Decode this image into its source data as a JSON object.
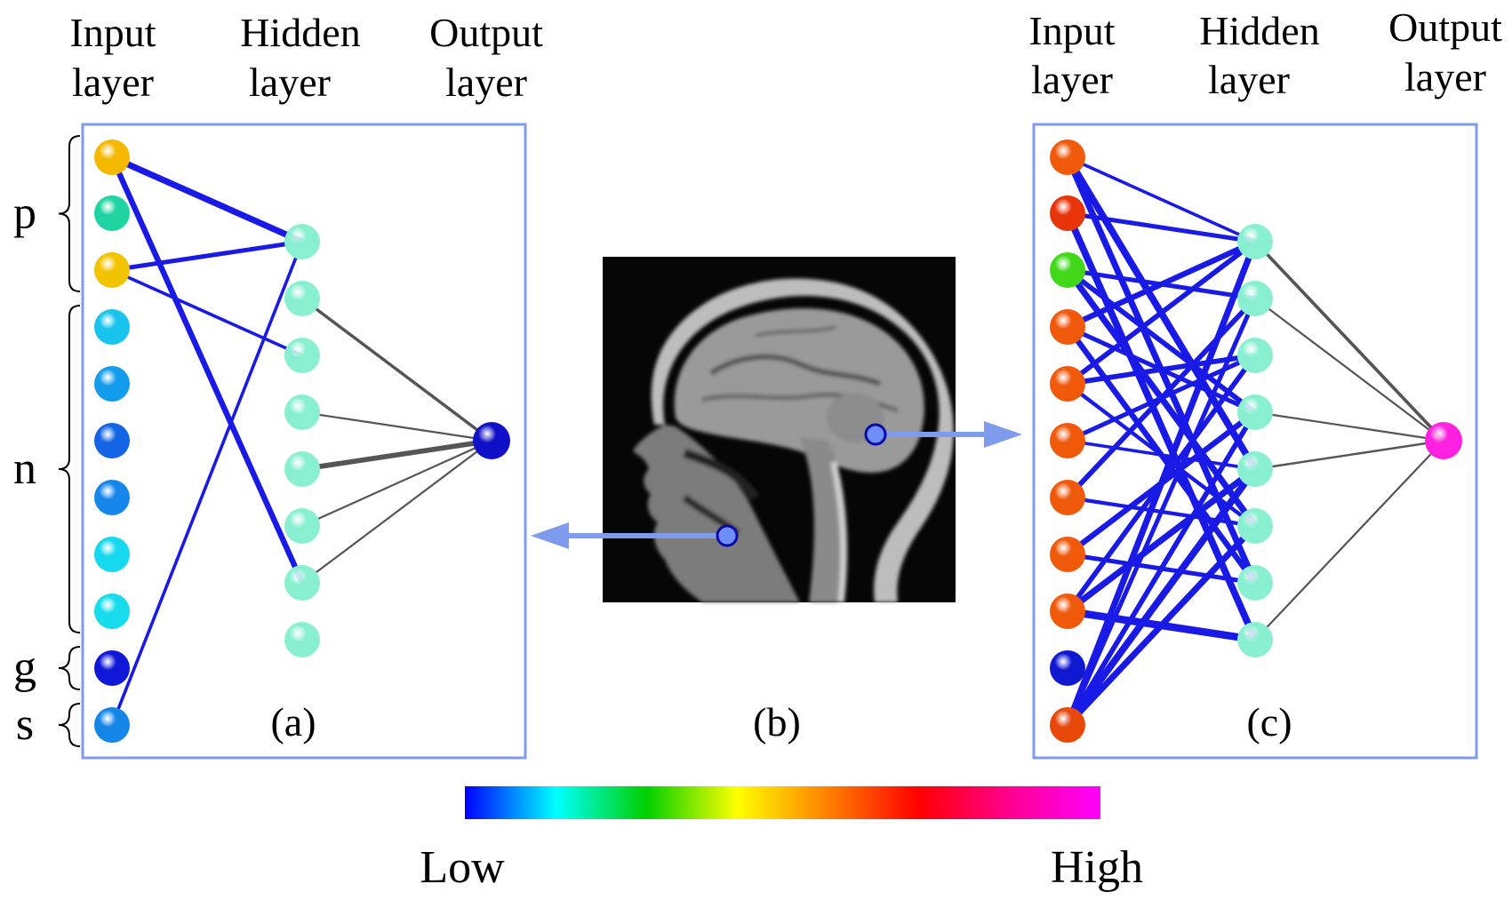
{
  "panel_a": {
    "headers": [
      [
        "Input",
        "layer"
      ],
      [
        "Hidden",
        "layer"
      ],
      [
        "Output",
        "layer"
      ]
    ],
    "caption": "(a)",
    "input_groups": [
      {
        "label": "p",
        "start": 0,
        "end": 2
      },
      {
        "label": "n",
        "start": 3,
        "end": 8
      },
      {
        "label": "g",
        "start": 9,
        "end": 9
      },
      {
        "label": "s",
        "start": 10,
        "end": 10
      }
    ],
    "input_node_colors": [
      "#f5b800",
      "#1fd4a0",
      "#f2c300",
      "#18c4ee",
      "#149cec",
      "#1464e6",
      "#1686ea",
      "#16d8ee",
      "#16dcec",
      "#1018d8",
      "#1486e8"
    ],
    "hidden_node_colors": [
      "#88f0d0",
      "#88f0d0",
      "#88f0d0",
      "#88f0d0",
      "#88f0d0",
      "#88f0d0",
      "#88f0d0",
      "#88f0d0"
    ],
    "output_node_colors": [
      "#1010c8"
    ],
    "input_hidden_links": [
      {
        "from": 0,
        "to": 0,
        "weight": 0.8
      },
      {
        "from": 0,
        "to": 6,
        "weight": 0.7
      },
      {
        "from": 2,
        "to": 0,
        "weight": 0.5
      },
      {
        "from": 2,
        "to": 2,
        "weight": 0.3
      },
      {
        "from": 10,
        "to": 0,
        "weight": 0.3
      }
    ],
    "hidden_output_links": [
      {
        "from": 1,
        "to": 0,
        "weight": 0.45
      },
      {
        "from": 3,
        "to": 0,
        "weight": 0.2
      },
      {
        "from": 4,
        "to": 0,
        "weight": 0.9
      },
      {
        "from": 5,
        "to": 0,
        "weight": 0.2
      },
      {
        "from": 6,
        "to": 0,
        "weight": 0.2
      }
    ]
  },
  "panel_b": {
    "caption": "(b)",
    "image_description_icon": "mri-head-sagittal-image"
  },
  "panel_c": {
    "headers": [
      [
        "Input",
        "layer"
      ],
      [
        "Hidden",
        "layer"
      ],
      [
        "Output",
        "layer"
      ]
    ],
    "caption": "(c)",
    "input_node_colors": [
      "#f05a0a",
      "#e8340a",
      "#40d818",
      "#f0580a",
      "#f0580a",
      "#f0580a",
      "#f0580a",
      "#f0580a",
      "#f0580a",
      "#1018d0",
      "#e8480a"
    ],
    "hidden_node_colors": [
      "#88f0d0",
      "#88f0d0",
      "#88f0d0",
      "#88f0d0",
      "#88f0d0",
      "#88f0d0",
      "#88f0d0",
      "#88f0d0"
    ],
    "output_node_colors": [
      "#ff20e0"
    ],
    "input_hidden_links": [
      {
        "from": 0,
        "to": 0,
        "weight": 0.3
      },
      {
        "from": 0,
        "to": 4,
        "weight": 0.9
      },
      {
        "from": 0,
        "to": 6,
        "weight": 0.8
      },
      {
        "from": 1,
        "to": 0,
        "weight": 0.5
      },
      {
        "from": 1,
        "to": 7,
        "weight": 0.9
      },
      {
        "from": 2,
        "to": 3,
        "weight": 0.6
      },
      {
        "from": 2,
        "to": 5,
        "weight": 0.8
      },
      {
        "from": 2,
        "to": 1,
        "weight": 0.5
      },
      {
        "from": 3,
        "to": 0,
        "weight": 0.7
      },
      {
        "from": 3,
        "to": 3,
        "weight": 0.5
      },
      {
        "from": 3,
        "to": 6,
        "weight": 0.7
      },
      {
        "from": 4,
        "to": 0,
        "weight": 0.6
      },
      {
        "from": 4,
        "to": 2,
        "weight": 0.6
      },
      {
        "from": 4,
        "to": 5,
        "weight": 0.4
      },
      {
        "from": 5,
        "to": 2,
        "weight": 0.5
      },
      {
        "from": 5,
        "to": 4,
        "weight": 0.3
      },
      {
        "from": 6,
        "to": 1,
        "weight": 0.6
      },
      {
        "from": 6,
        "to": 5,
        "weight": 0.4
      },
      {
        "from": 7,
        "to": 3,
        "weight": 0.7
      },
      {
        "from": 7,
        "to": 6,
        "weight": 0.5
      },
      {
        "from": 8,
        "to": 4,
        "weight": 0.8
      },
      {
        "from": 8,
        "to": 7,
        "weight": 1.0
      },
      {
        "from": 8,
        "to": 2,
        "weight": 0.6
      },
      {
        "from": 10,
        "to": 0,
        "weight": 0.8
      },
      {
        "from": 10,
        "to": 4,
        "weight": 0.9
      },
      {
        "from": 10,
        "to": 5,
        "weight": 0.8
      },
      {
        "from": 10,
        "to": 3,
        "weight": 0.6
      },
      {
        "from": 10,
        "to": 1,
        "weight": 0.5
      }
    ],
    "hidden_output_links": [
      {
        "from": 0,
        "to": 0,
        "weight": 0.5
      },
      {
        "from": 1,
        "to": 0,
        "weight": 0.2
      },
      {
        "from": 3,
        "to": 0,
        "weight": 0.2
      },
      {
        "from": 4,
        "to": 0,
        "weight": 0.25
      },
      {
        "from": 7,
        "to": 0,
        "weight": 0.2
      }
    ]
  },
  "colorbar": {
    "low_label": "Low",
    "high_label": "High",
    "stops": [
      "#0000ff",
      "#00ffff",
      "#00d000",
      "#ffff00",
      "#ff8000",
      "#ff0000",
      "#ff0090",
      "#ff00ff"
    ]
  },
  "colors": {
    "panel_border": "#7f9bee",
    "link_blue": "#1a1ae6",
    "link_gray": "#555555",
    "arrow": "#7f9bee",
    "marker_fill": "#6f8ff8",
    "marker_stroke": "#0a0aa8"
  }
}
